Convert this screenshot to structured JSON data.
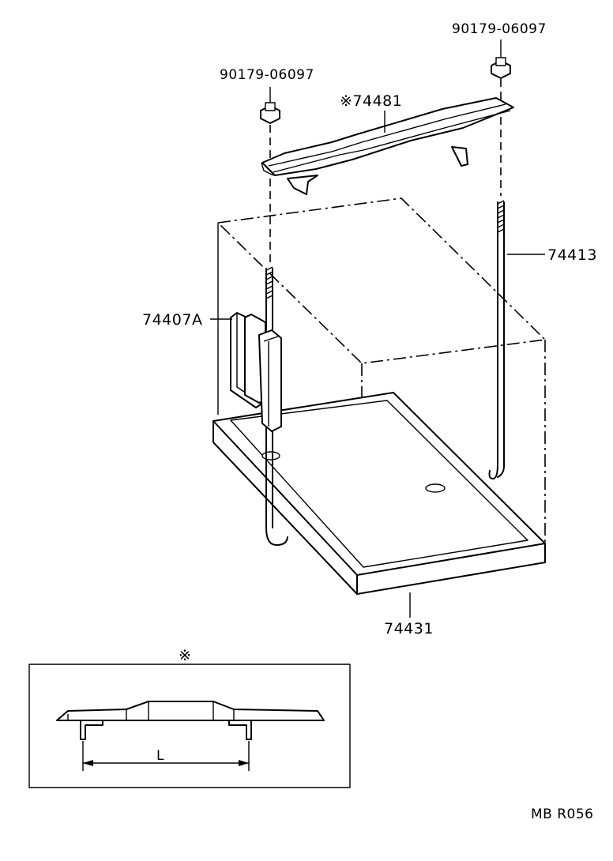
{
  "diagram": {
    "labels": {
      "nut_right": "90179-06097",
      "nut_left": "90179-06097",
      "clamp": "※74481",
      "rod_right": "74413",
      "rod_left_hook": "74407A",
      "tray": "74431",
      "detail_mark": "※",
      "dimension": "L",
      "footer": "MB  R056"
    }
  }
}
